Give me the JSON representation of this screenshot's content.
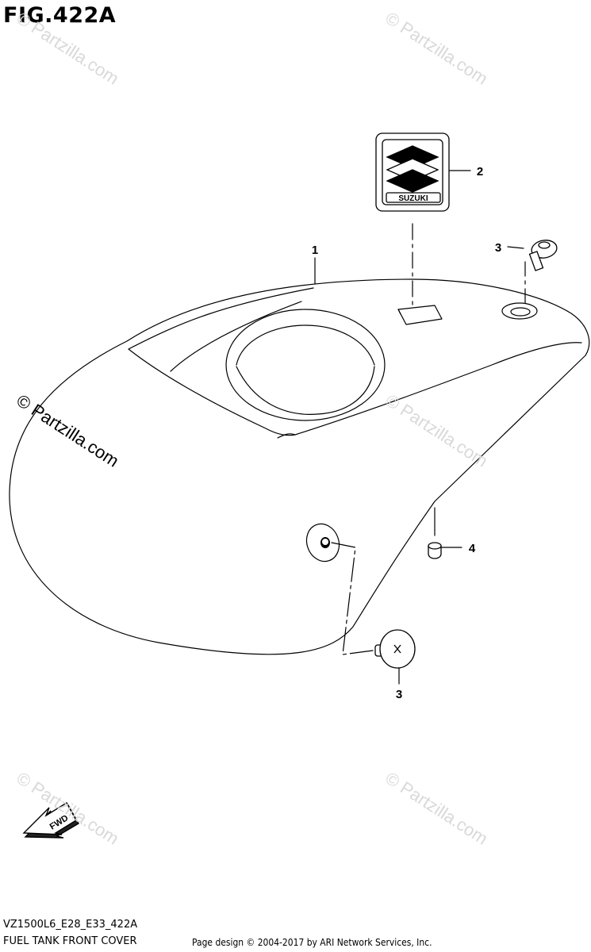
{
  "figure": {
    "title": "FIG.422A",
    "code": "VZ1500L6_E28_E33_422A",
    "name": "FUEL TANK FRONT COVER"
  },
  "callouts": [
    {
      "label": "1",
      "part": "front cover"
    },
    {
      "label": "2",
      "part": "emblem"
    },
    {
      "label": "3",
      "part": "screw (upper)"
    },
    {
      "label": "3",
      "part": "screw (lower)"
    },
    {
      "label": "4",
      "part": "nut"
    }
  ],
  "emblem_text": "SUZUKI",
  "fwd_label": "FWD",
  "watermark": "© Partzilla.com",
  "copyright": "Page design © 2004-2017 by ARI Network Services, Inc."
}
